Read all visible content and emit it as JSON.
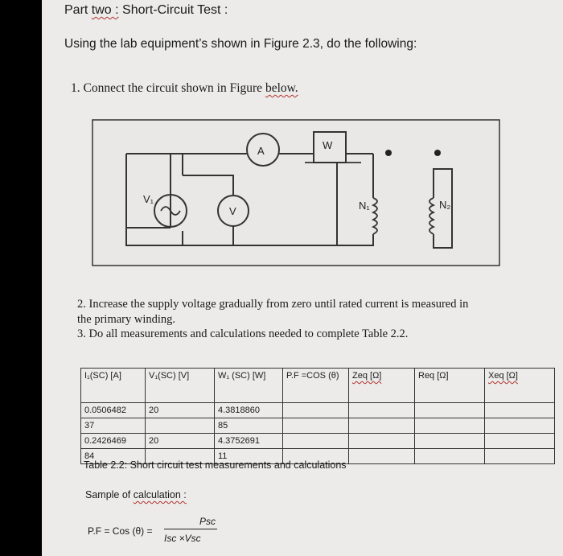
{
  "heading": {
    "part": "Part",
    "underlined": "two :",
    "rest": " Short-Circuit Test :"
  },
  "intro": "Using the lab equipment’s shown in Figure 2.3, do the following:",
  "steps": {
    "step1": {
      "text": "1. Connect the circuit shown in Figure ",
      "underlined": "below."
    },
    "step2_line1": "2. Increase the supply voltage gradually from zero until rated current is measured in",
    "step2_line2": "the primary winding.",
    "step3": "3. Do all measurements and calculations needed to complete Table 2.2."
  },
  "circuit": {
    "ammeter_label": "A",
    "wattmeter_label": "W",
    "voltmeter_label": "V",
    "source_label": "V₁",
    "primary_label": "N₁",
    "secondary_label": "N₂"
  },
  "table": {
    "headers": [
      "I₁(SC) [A]",
      "V₁(SC) [V]",
      "W₁ (SC) [W]",
      "P.F =COS (θ)",
      "Zeq [Ω]",
      "Req [Ω]",
      "Xeq [Ω]"
    ],
    "rows": [
      [
        "0.0506482",
        "20",
        "4.3818860",
        "",
        "",
        "",
        ""
      ],
      [
        "37",
        "",
        "85",
        "",
        "",
        "",
        ""
      ],
      [
        "0.2426469",
        "20",
        "4.3752691",
        "",
        "",
        "",
        ""
      ],
      [
        "84",
        "",
        "11",
        "",
        "",
        "",
        ""
      ]
    ],
    "caption": "Table 2.2: Short circuit test measurements and calculations"
  },
  "sample": {
    "prefix": "Sample of ",
    "underlined": "calculation :"
  },
  "formula": {
    "lhs": "P.F = Cos (θ) =",
    "numerator": "Psc",
    "denominator": "Isc ×Vsc"
  }
}
